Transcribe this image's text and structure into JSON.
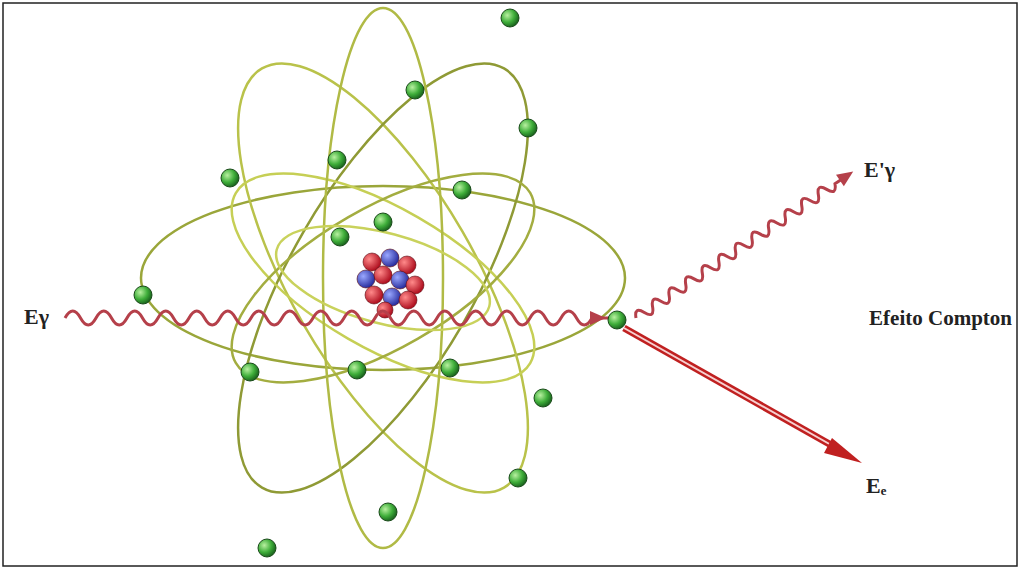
{
  "diagram": {
    "labels": [
      "Eγ",
      "E'γ",
      "Efeito Compton",
      "Eₑ"
    ]
  }
}
